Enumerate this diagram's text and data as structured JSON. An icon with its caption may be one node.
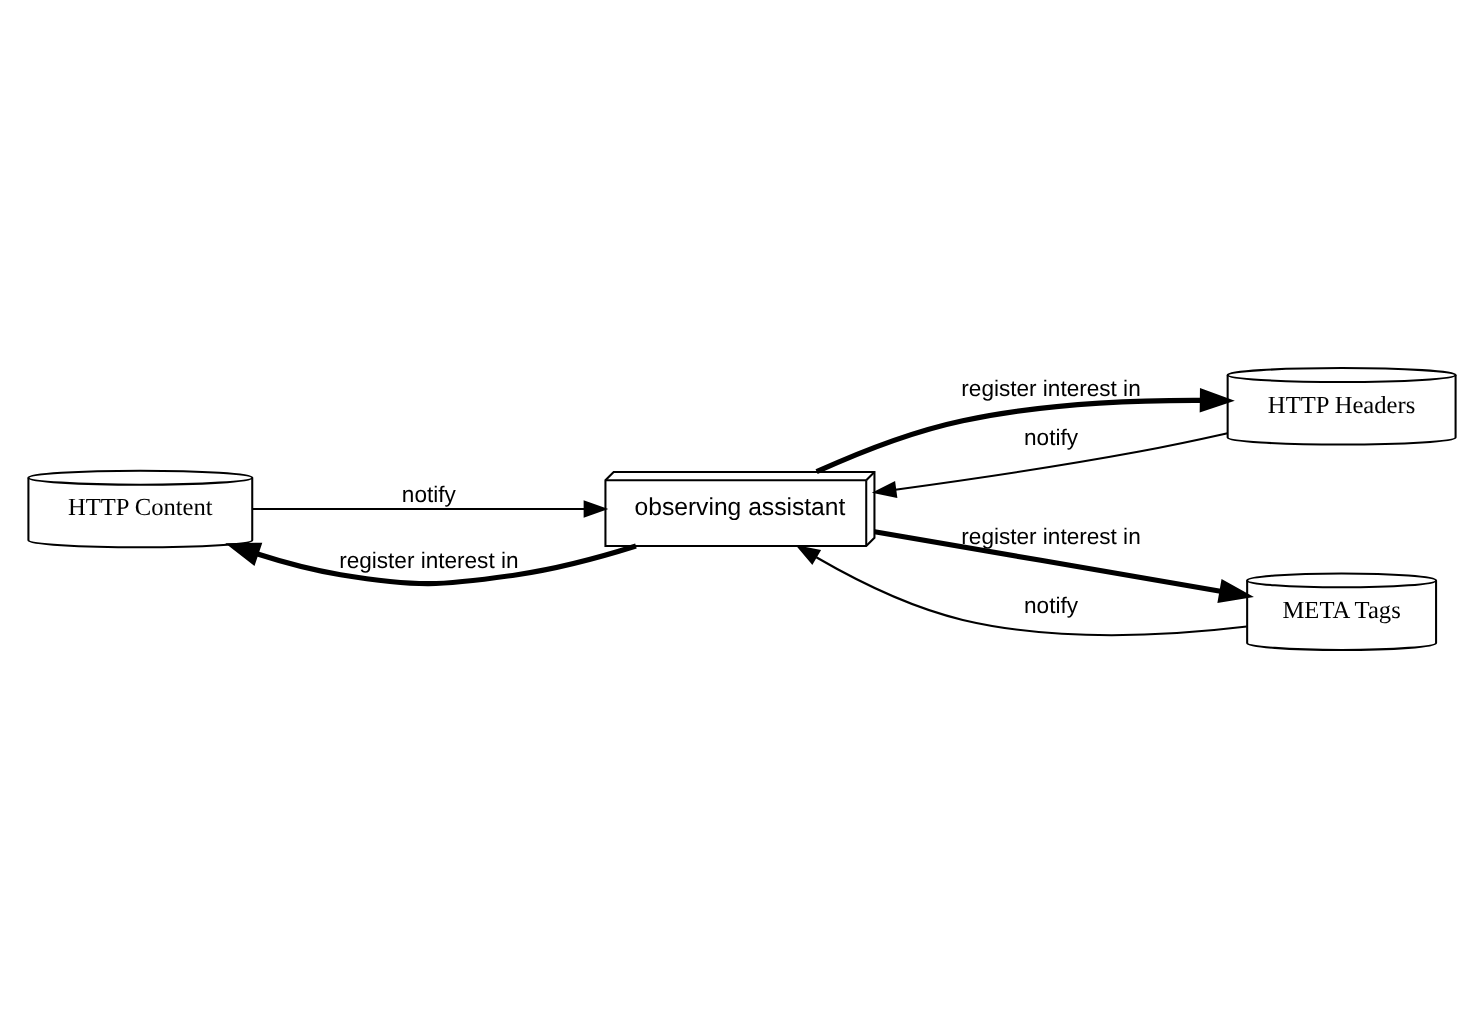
{
  "diagram": {
    "nodes": [
      {
        "text": [
          "HTTP Content"
        ]
      },
      {
        "text": [
          "observing assistant"
        ]
      },
      {
        "text": [
          "HTTP Headers"
        ]
      },
      {
        "text": [
          "META Tags"
        ]
      }
    ],
    "edges": [
      {
        "from": 1,
        "to": 0,
        "arrow": "to",
        "label": "register interest in",
        "style": "thick"
      },
      {
        "from": 0,
        "to": 1,
        "arrow": "to",
        "label": "notify"
      },
      {
        "from": 2,
        "to": 1,
        "arrow": "to",
        "label": "notify"
      },
      {
        "from": 1,
        "to": 2,
        "arrow": "to",
        "label": "register interest in",
        "style": "thick"
      },
      {
        "from": 1,
        "to": 3,
        "arrow": "to",
        "label": "register interest in",
        "style": "thick"
      },
      {
        "from": 3,
        "to": 1,
        "arrow": "to",
        "label": "notify"
      }
    ]
  }
}
